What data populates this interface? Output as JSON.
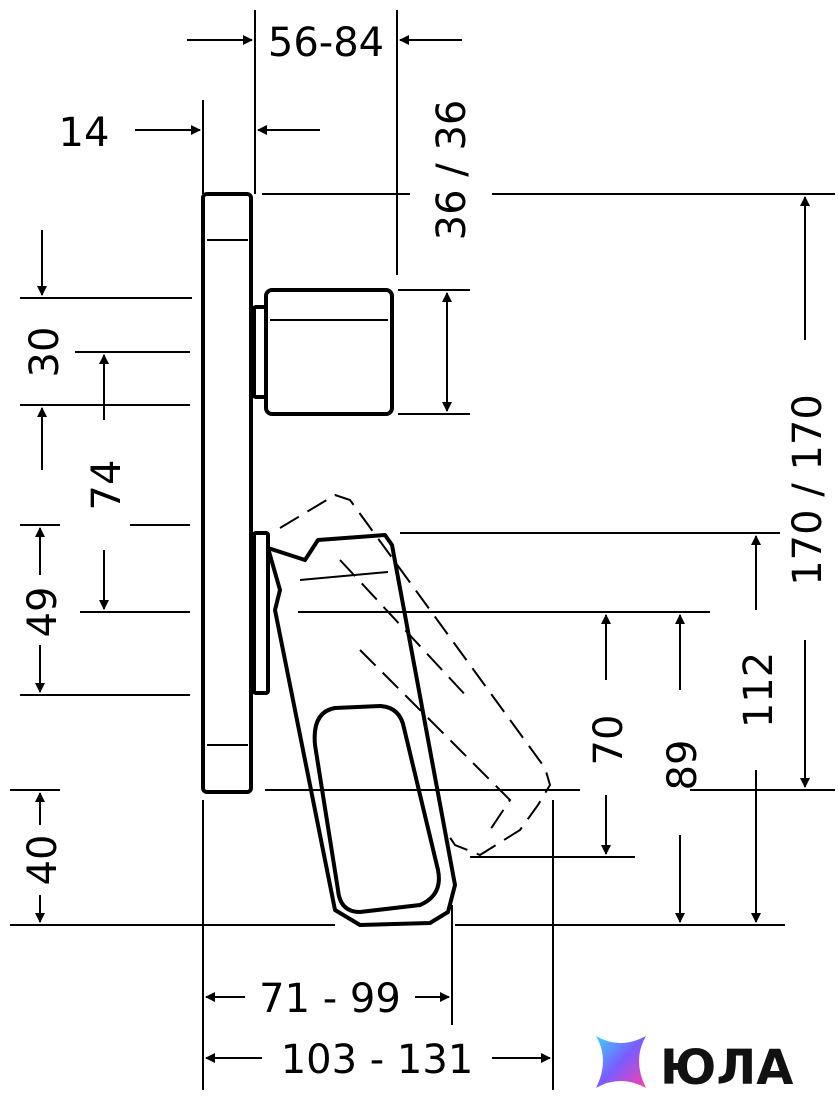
{
  "dimensions": {
    "top_width": "56-84",
    "wall_plate": "14",
    "upper_right_vertical": "36 / 36",
    "left_30": "30",
    "left_74": "74",
    "left_49": "49",
    "left_40": "40",
    "right_70": "70",
    "right_89": "89",
    "right_112": "112",
    "right_170": "170 / 170",
    "bottom_71_99": "71 - 99",
    "bottom_103_131": "103 - 131"
  },
  "watermark": {
    "brand": "ЮЛА"
  },
  "colors": {
    "line": "#000000",
    "logo_gradient": [
      "#3fd0ff",
      "#7a5cff",
      "#ff3fa8"
    ]
  }
}
